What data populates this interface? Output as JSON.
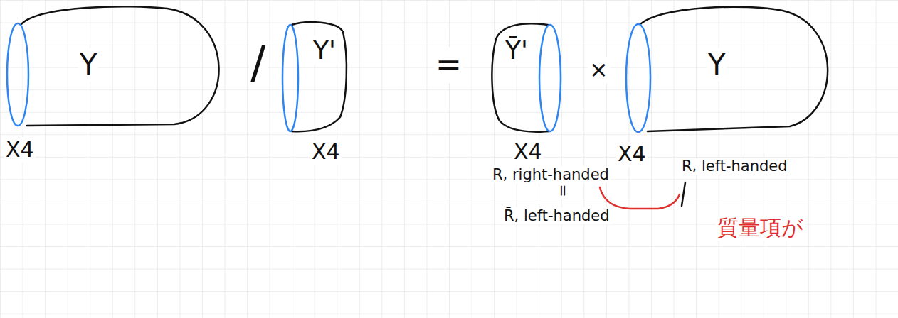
{
  "diagram": {
    "nodes": [
      {
        "text": [
          "Y",
          "X4"
        ]
      },
      {
        "text": [
          "Y'",
          "X4"
        ]
      },
      {
        "text": [
          "Ȳ'",
          "X4"
        ]
      },
      {
        "text": [
          "Y",
          "X4"
        ]
      }
    ],
    "labels": [
      "/",
      "=",
      "×",
      "R, right-handed",
      "R, left-handed",
      "=",
      "R̄, left-handed",
      "質量項が"
    ]
  }
}
